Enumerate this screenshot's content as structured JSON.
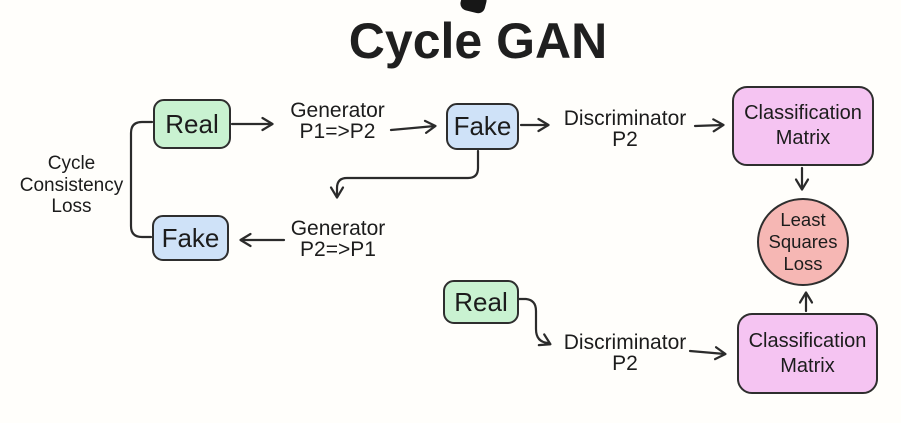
{
  "title": "Cycle GAN",
  "nodes": {
    "real_top": {
      "label": "Real",
      "fill": "#c9f2d1"
    },
    "fake_top": {
      "label": "Fake",
      "fill": "#cfe2f8"
    },
    "fake_bottom": {
      "label": "Fake",
      "fill": "#cfe2f8"
    },
    "real_bottom": {
      "label": "Real",
      "fill": "#c9f2d1"
    },
    "classification_matrix_top": {
      "label": "Classification\nMatrix",
      "fill": "#f5c4f2"
    },
    "classification_matrix_bottom": {
      "label": "Classification\nMatrix",
      "fill": "#f5c4f2"
    },
    "least_squares_loss": {
      "label": "Least\nSquares\nLoss",
      "fill": "#f6b7b4"
    }
  },
  "edge_labels": {
    "generator_p1_p2": "Generator\nP1=>P2",
    "generator_p2_p1": "Generator\nP2=>P1",
    "discriminator_p2_top": "Discriminator\nP2",
    "discriminator_p2_bottom": "Discriminator\nP2"
  },
  "side_labels": {
    "cycle_consistency_loss": "Cycle\nConsistency\nLoss"
  },
  "colors": {
    "background": "#fffefb",
    "stroke": "#2b2b2b",
    "text": "#1c1c1c",
    "real_fill": "#c9f2d1",
    "fake_fill": "#cfe2f8",
    "matrix_fill": "#f5c4f2",
    "loss_fill": "#f6b7b4"
  }
}
